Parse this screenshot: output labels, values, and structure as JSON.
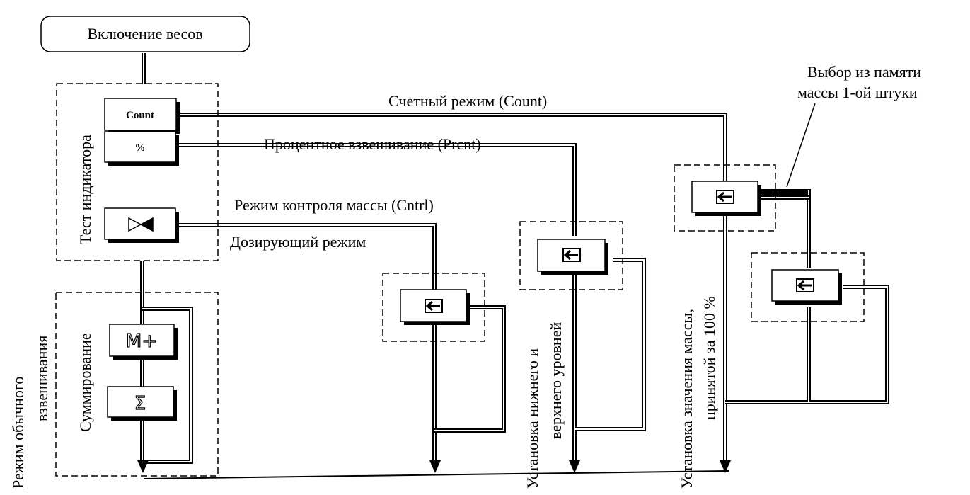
{
  "diagram": {
    "start_box": "Включение весов",
    "test_group_label": "Тест индикатора",
    "keys": {
      "count": "Count",
      "percent": "%",
      "control_icon": "bowtie-valve-icon",
      "mplus": "M+",
      "sigma": "Σ",
      "enter_icon": "arrow-left-enter-icon"
    },
    "branch_labels": {
      "count_mode": "Счетный режим (Count)",
      "percent_mode": "Процентное взвешивание (Prcnt)",
      "control_mode": "Режим контроля массы (Cntrl)",
      "dosing_mode": "Дозирующий режим"
    },
    "callout": {
      "line1": "Выбор из памяти",
      "line2": "массы 1-ой штуки"
    },
    "vertical_labels": {
      "normal_weighing_line1": "Режим обычного",
      "normal_weighing_line2": "взвешивания",
      "summation": "Суммирование",
      "limits_line1": "Установка нижнего и",
      "limits_line2": "верхнего уровней",
      "hundred_line1": "Установка значения массы,",
      "hundred_line2": "принятой за 100 %"
    }
  }
}
